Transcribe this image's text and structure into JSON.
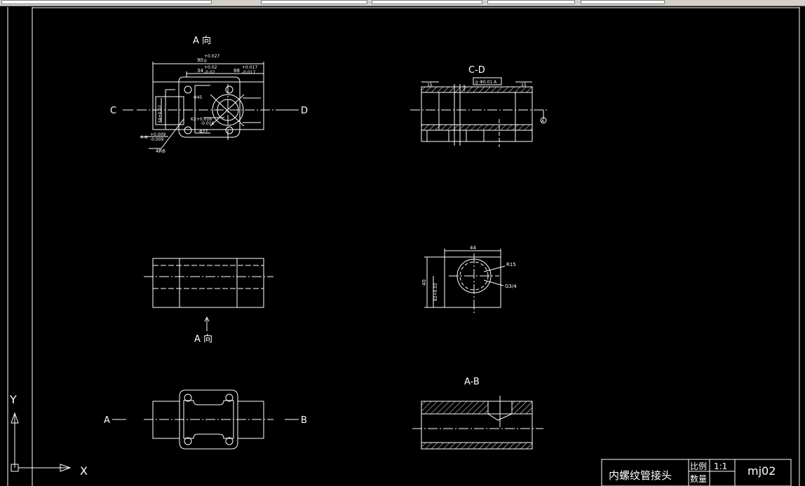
{
  "drawing": {
    "view_a_title": "A 向",
    "view_a_arrow_label": "A 向",
    "section_cd_title": "C-D",
    "section_ab_title": "A-B",
    "cut_c": "C",
    "cut_d": "D",
    "cut_a": "A",
    "cut_b": "B",
    "dimensions": {
      "width_90": "90",
      "width_90_tol_upper": "+0.027",
      "width_90_tol_lower": "0",
      "dim_34": "34",
      "dim_34_tol_upper": "+0.02",
      "dim_34_tol_lower": "-0.02",
      "dim_88": "88",
      "dim_88_tol_upper": "+0.017",
      "dim_88_tol_lower": "-0.017",
      "phi45": "Φ45",
      "phi27": "Φ27",
      "dim_left_vertical": "34±0.02",
      "hole_tol": "K2+0.016",
      "hole_tol_lower": "-0.016",
      "holes_4": "4-Φ",
      "holes_4_upper": "+0.009",
      "holes_4_lower": "-0.009",
      "radius_4r6": "4R6",
      "dim_15_left": "15",
      "dim_15_right": "15",
      "tolerance_frame": "◎ Φ0.01 A",
      "datum": "A",
      "dim_44": "44",
      "dim_40": "40",
      "dim_vert_tol": "+0.02 -0.02",
      "dim_vert_label": "82+0.02",
      "r15": "R15",
      "g34": "G3/4"
    }
  },
  "ucs": {
    "y_label": "Y",
    "x_label": "X"
  },
  "title_block": {
    "part_name": "内螺纹管接头",
    "scale_label": "比例",
    "qty_label": "数量",
    "scale_value": "1:1",
    "drawing_no": "mj02"
  },
  "colors": {
    "background": "#000000",
    "lines": "#ffffff"
  }
}
